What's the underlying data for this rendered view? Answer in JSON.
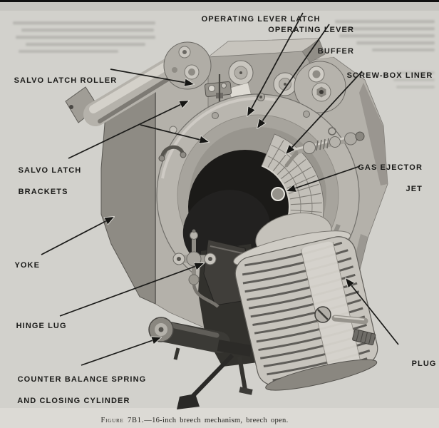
{
  "page": {
    "type": "scanned manual figure",
    "caption": {
      "figure_label": "Figure 7B1.",
      "text": "—16-inch breech mechanism, breech open."
    },
    "colors": {
      "paper": "#d2d1cc",
      "paper_top_band": "#c6c5c0",
      "paper_bottom_band": "#dcdad5",
      "ink": "#1b1b19",
      "top_rule": "#101010"
    }
  },
  "figure": {
    "subject": "16-inch breech mechanism, breech open",
    "labels": [
      {
        "id": "operating-lever-latch",
        "lines": [
          "OPERATING LEVER LATCH"
        ]
      },
      {
        "id": "operating-lever-buffer",
        "lines": [
          "OPERATING LEVER",
          "BUFFER"
        ]
      },
      {
        "id": "salvo-latch-roller",
        "lines": [
          "SALVO LATCH ROLLER"
        ]
      },
      {
        "id": "screw-box-liner",
        "lines": [
          "SCREW-BOX LINER"
        ]
      },
      {
        "id": "salvo-latch-brackets",
        "lines": [
          "SALVO LATCH",
          "BRACKETS"
        ]
      },
      {
        "id": "gas-ejector-jet",
        "lines": [
          "GAS EJECTOR",
          "JET"
        ]
      },
      {
        "id": "yoke",
        "lines": [
          "YOKE"
        ]
      },
      {
        "id": "hinge-lug",
        "lines": [
          "HINGE LUG"
        ]
      },
      {
        "id": "counter-balance",
        "lines": [
          "COUNTER BALANCE SPRING",
          "AND CLOSING CYLINDER"
        ]
      },
      {
        "id": "plug",
        "lines": [
          "PLUG"
        ]
      }
    ]
  }
}
